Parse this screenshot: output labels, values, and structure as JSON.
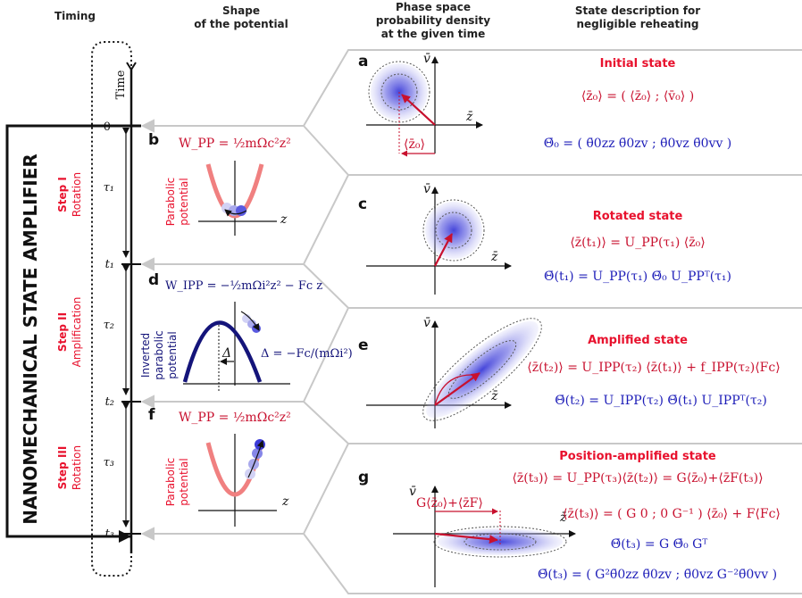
{
  "headers": {
    "timing": "Timing",
    "shape_line1": "Shape",
    "shape_line2": "of the potential",
    "phase_line1": "Phase space",
    "phase_line2": "probability density",
    "phase_line3": "at the given time",
    "state_line1": "State description for",
    "state_line2": "negligible reheating"
  },
  "amplifier_label": "NANOMECHANICAL STATE AMPLIFIER",
  "time_axis": {
    "label": "Time",
    "t0": "0",
    "t1": "t₁",
    "t2": "t₂",
    "t3": "t₃",
    "tau1": "τ₁",
    "tau2": "τ₂",
    "tau3": "τ₃"
  },
  "steps": [
    {
      "name": "Step I",
      "action": "Rotation"
    },
    {
      "name": "Step II",
      "action": "Amplification"
    },
    {
      "name": "Step III",
      "action": "Rotation"
    }
  ],
  "panels": {
    "a": "a",
    "b": "b",
    "c": "c",
    "d": "d",
    "e": "e",
    "f": "f",
    "g": "g"
  },
  "potentials": {
    "b": {
      "formula": "W_PP = ½mΩc²z²",
      "label1": "Parabolic",
      "label2": "potential",
      "axis": "z"
    },
    "d": {
      "formula": "W_IPP = −½mΩi²z² − Fc z",
      "label1": "Inverted",
      "label2": "parabolic",
      "label3": "potential",
      "delta": "Δ",
      "delta_def": "Δ = −Fc/(mΩi²)"
    },
    "f": {
      "formula": "W_PP = ½mΩc²z²",
      "label1": "Parabolic",
      "label2": "potential",
      "axis": "z"
    }
  },
  "phase_axes": {
    "v": "v̄",
    "z": "z̄"
  },
  "phase_annotations": {
    "a_z0": "⟨z̄₀⟩",
    "g_arrow": "G⟨z̄₀⟩+⟨z̄F⟩"
  },
  "states": {
    "a": {
      "title": "Initial state",
      "eq1": "⟨z̄₀⟩ = ( ⟨z̄₀⟩ ; ⟨v̄₀⟩ )",
      "eq2": "Θ̄₀ = ( θ̄0zz  θ̄0zv ; θ̄0vz  θ̄0vv )"
    },
    "c": {
      "title": "Rotated state",
      "eq1": "⟨z̄(t₁)⟩ = U_PP(τ₁) ⟨z̄₀⟩",
      "eq2": "Θ̄(t₁) = U_PP(τ₁) Θ̄₀ U_PPᵀ(τ₁)"
    },
    "e": {
      "title": "Amplified state",
      "eq1": "⟨z̄(t₂)⟩ = U_IPP(τ₂) ⟨z̄(t₁)⟩ + f_IPP(τ₂)⟨Fc⟩",
      "eq2": "Θ̄(t₂) = U_IPP(τ₂) Θ̄(t₁) U_IPPᵀ(τ₂)"
    },
    "g": {
      "title": "Position-amplified state",
      "eq1": "⟨z̄(t₃)⟩ = U_PP(τ₃)⟨z̄(t₂)⟩ = G⟨z̄₀⟩+⟨z̄F(t₃)⟩",
      "eq2": "⟨z̄(t₃)⟩ = ( G  0 ; 0  G⁻¹ ) ⟨z̄₀⟩ + F⟨Fc⟩",
      "eq3": "Θ̄(t₃) = G Θ̄₀ Gᵀ",
      "eq4": "Θ̄(t₃) = ( G²θ̄0zz  θ̄0zv ; θ̄0vz  G⁻²θ̄0vv )"
    }
  },
  "colors": {
    "red": "#e8112d",
    "dark_red": "#c8102e",
    "blue": "#1d1db8",
    "navy": "#14147a",
    "pink": "#f08080",
    "grey": "#c8c8c8"
  }
}
